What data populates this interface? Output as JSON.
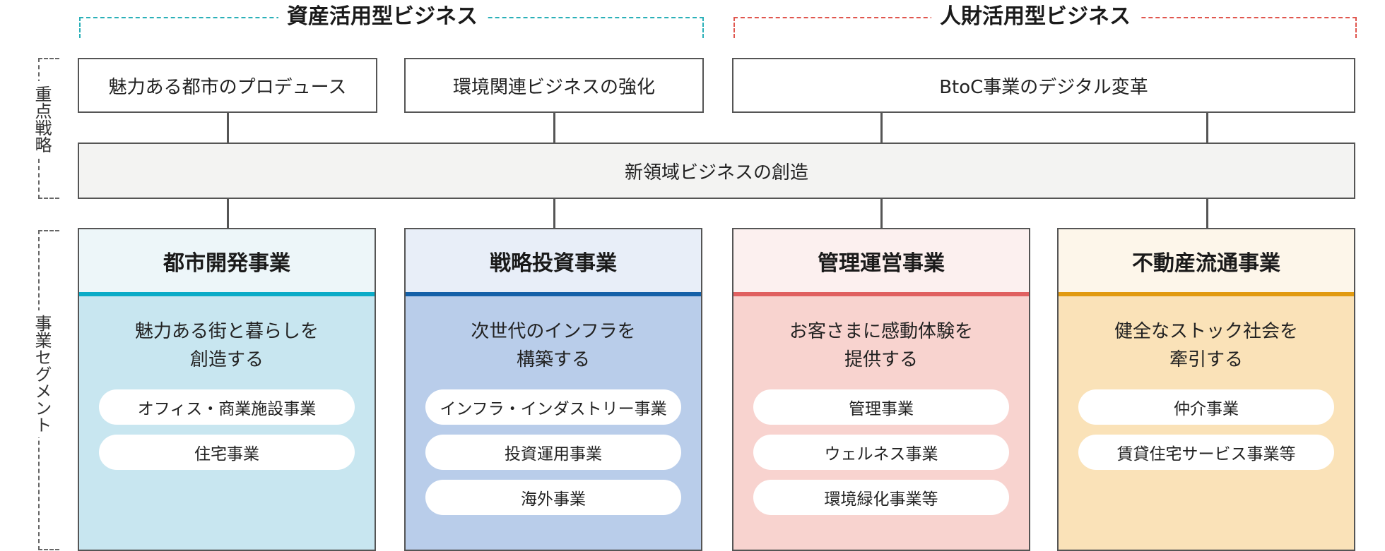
{
  "groups": {
    "asset": {
      "title": "資産活用型ビジネス",
      "color": "#2ab0b8"
    },
    "human": {
      "title": "人財活用型ビジネス",
      "color": "#e0564e"
    }
  },
  "side_labels": {
    "strategy": "重点戦略",
    "segment": "事業セグメント"
  },
  "strategies": [
    {
      "label": "魅力ある都市のプロデュース"
    },
    {
      "label": "環境関連ビジネスの強化"
    },
    {
      "label": "BtoC事業のデジタル変革"
    }
  ],
  "new_domain": {
    "label": "新領域ビジネスの創造"
  },
  "segments": [
    {
      "title": "都市開発事業",
      "description": "魅力ある街と暮らしを\n創造する",
      "header_bg": "#edf6f9",
      "body_bg": "#c8e6f0",
      "accent": "#0aabc7",
      "items": [
        "オフィス・商業施設事業",
        "住宅事業"
      ]
    },
    {
      "title": "戦略投資事業",
      "description": "次世代のインフラを\n構築する",
      "header_bg": "#e8eef8",
      "body_bg": "#b9cdea",
      "accent": "#1460a8",
      "items": [
        "インフラ・インダストリー事業",
        "投資運用事業",
        "海外事業"
      ]
    },
    {
      "title": "管理運営事業",
      "description": "お客さまに感動体験を\n提供する",
      "header_bg": "#fcf0ef",
      "body_bg": "#f8d3cf",
      "accent": "#e06060",
      "items": [
        "管理事業",
        "ウェルネス事業",
        "環境緑化事業等"
      ]
    },
    {
      "title": "不動産流通事業",
      "description": "健全なストック社会を\n牽引する",
      "header_bg": "#fdf6ea",
      "body_bg": "#fae2b8",
      "accent": "#e19a10",
      "items": [
        "仲介事業",
        "賃貸住宅サービス事業等"
      ]
    }
  ]
}
